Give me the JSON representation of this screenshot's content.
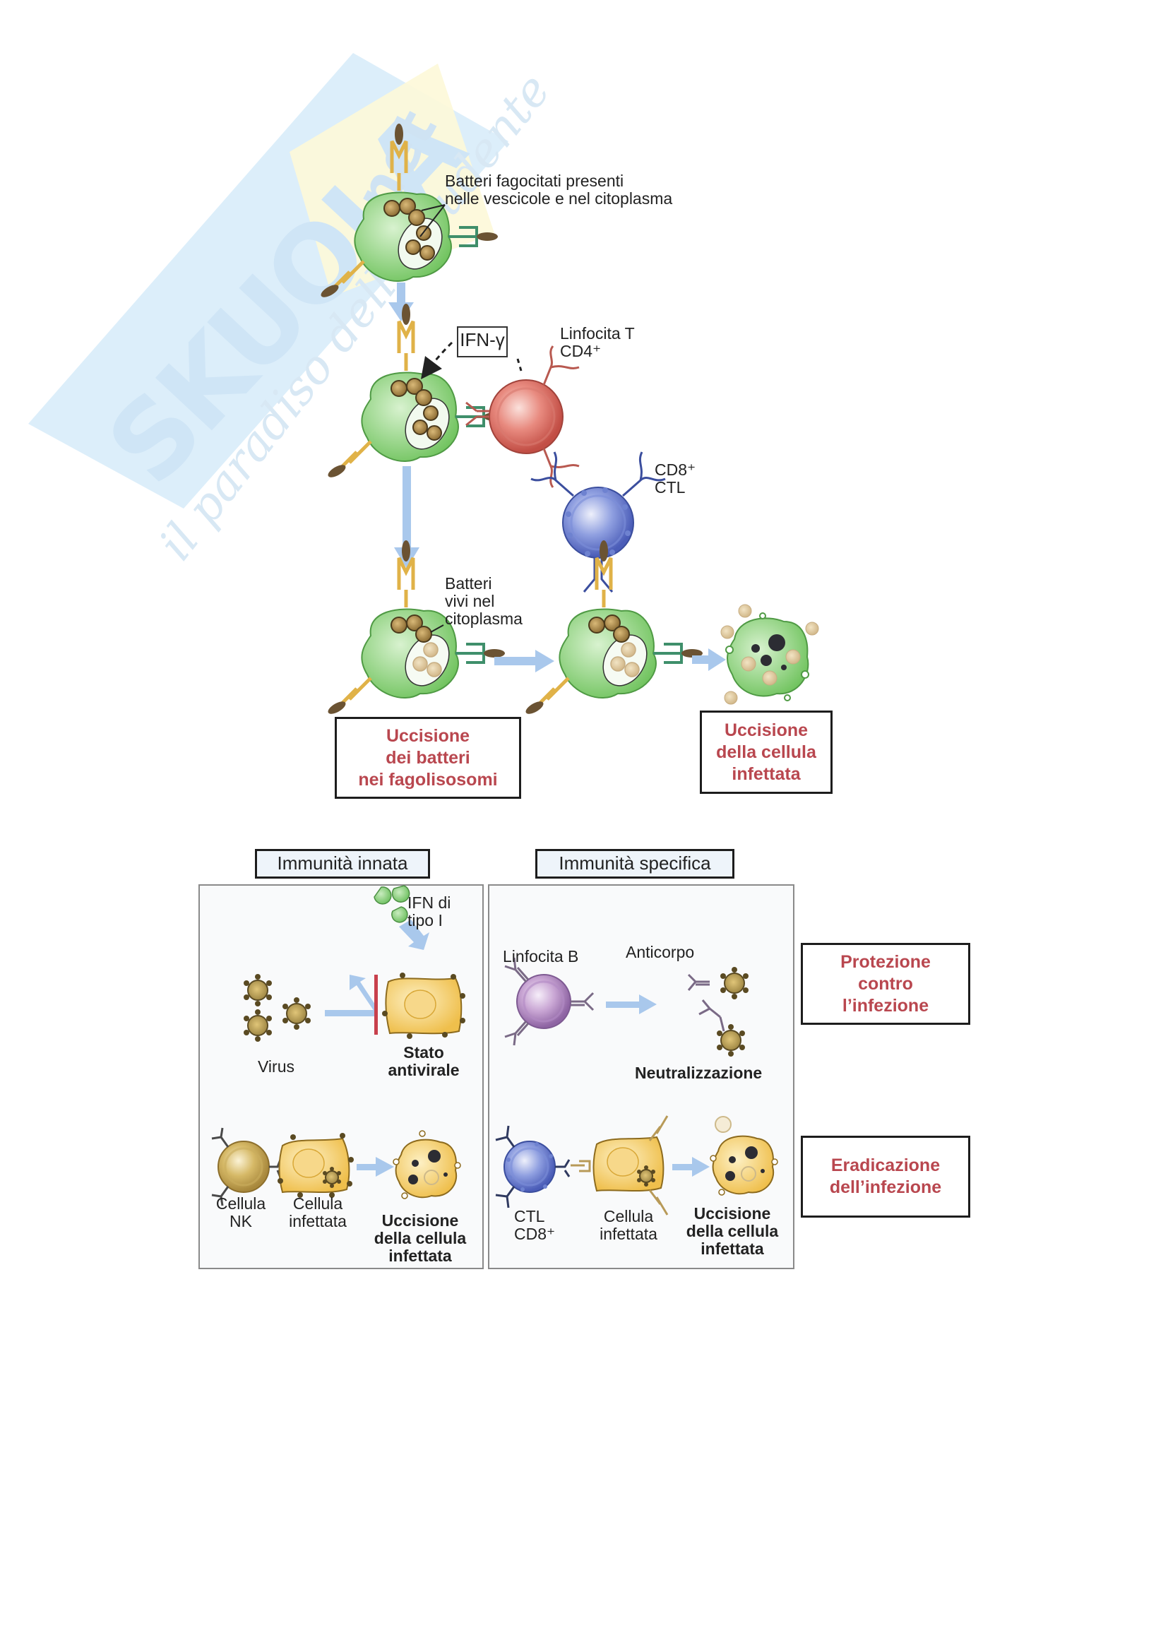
{
  "watermark": {
    "brand": "SKUOLA",
    "domain": ".net",
    "tagline": "il paradiso dello studente",
    "colors": {
      "band": "#dceefa",
      "square": "#fdf8d8",
      "text": "#cfe5f6"
    }
  },
  "figure_top": {
    "labels": {
      "phagocytosed_bacteria": [
        "Batteri fagocitati presenti",
        "nelle vescicole e nel citoplasma"
      ],
      "ifn_gamma": "IFN-γ",
      "t_cd4": [
        "Linfocita T",
        "CD4⁺"
      ],
      "cd8_ctl": [
        "CD8⁺",
        "CTL"
      ],
      "live_bacteria": [
        "Batteri",
        "vivi nel",
        "citoplasma"
      ]
    },
    "outcomes": [
      {
        "lines": [
          "Uccisione",
          "dei batteri",
          "nei fagolisosomi"
        ]
      },
      {
        "lines": [
          "Uccisione",
          "della cellula",
          "infettata"
        ]
      }
    ],
    "colors": {
      "macrophage": "#8fd07c",
      "t_cd4_cell": "#d4625a",
      "ctl_cell": "#5f74c8",
      "bacteria": "#9a7b3e",
      "arrow": "#a9c8ec",
      "outcome_text": "#b9474f"
    }
  },
  "figure_bottom": {
    "headers": [
      "Immunità innata",
      "Immunità specifica"
    ],
    "innate": {
      "row1": {
        "ifn": [
          "IFN di",
          "tipo I"
        ],
        "virus": "Virus",
        "result": [
          "Stato",
          "antivirale"
        ]
      },
      "row2": {
        "nk": [
          "Cellula",
          "NK"
        ],
        "infected": [
          "Cellula",
          "infettata"
        ],
        "result": [
          "Uccisione",
          "della cellula",
          "infettata"
        ]
      }
    },
    "specific": {
      "row1": {
        "b_cell": "Linfocita B",
        "antibody": "Anticorpo",
        "result": "Neutralizzazione"
      },
      "row2": {
        "ctl": [
          "CTL",
          "CD8⁺"
        ],
        "infected": [
          "Cellula",
          "infettata"
        ],
        "result": [
          "Uccisione",
          "della cellula",
          "infettata"
        ]
      }
    },
    "outcomes": [
      {
        "lines": [
          "Protezione",
          "contro",
          "l’infezione"
        ]
      },
      {
        "lines": [
          "Eradicazione",
          "dell’infezione"
        ]
      }
    ],
    "colors": {
      "b_cell": "#b48cc4",
      "nk_cell": "#c8a84a",
      "infected_cell": "#f0c85a",
      "ifn": "#7cc476",
      "block_bar": "#c8404c"
    }
  }
}
